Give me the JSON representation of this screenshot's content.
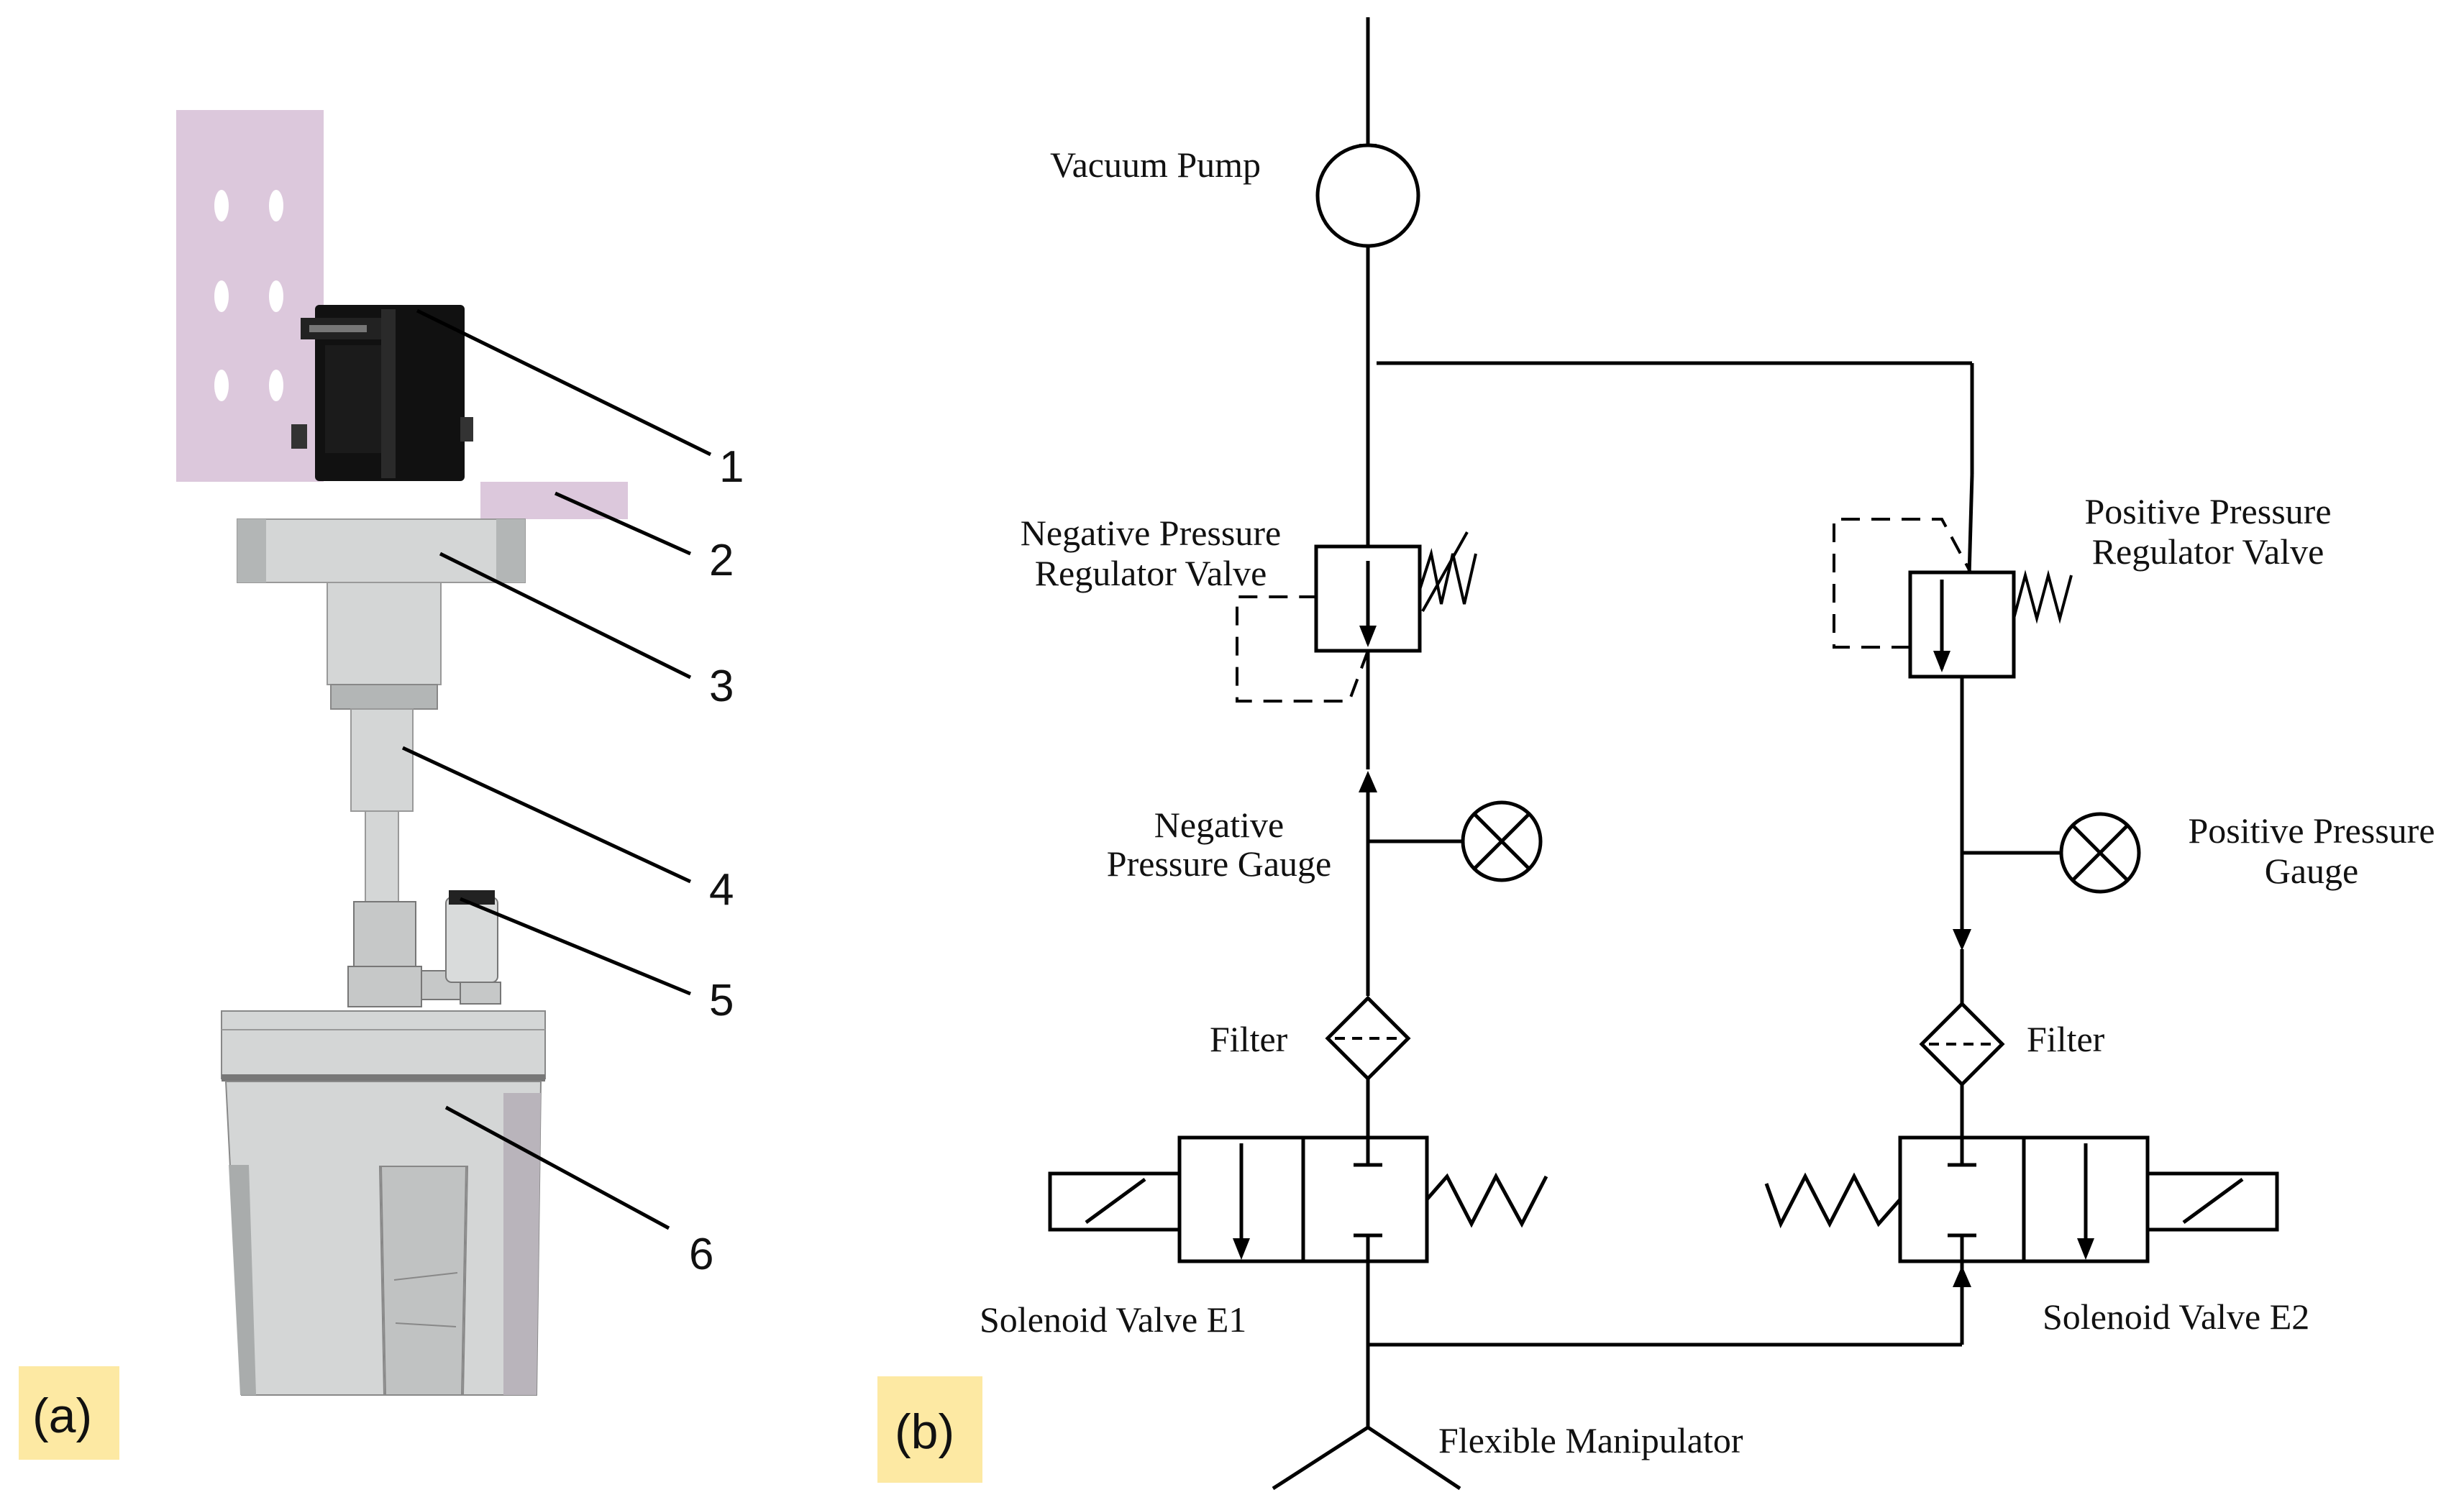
{
  "panels": {
    "a": "(a)",
    "b": "(b)"
  },
  "colors": {
    "panel_label_bg": "#fde9a3",
    "mount_plate": "#dcc8dc",
    "servo": "#111111",
    "metal": "#d4d6d6",
    "metal_dark": "#b3b6b6",
    "line": "#000000"
  },
  "assembly": {
    "callouts": [
      "1",
      "2",
      "3",
      "4",
      "5",
      "6"
    ]
  },
  "circuit": {
    "vacuum_pump": "Vacuum Pump",
    "neg_regulator": [
      "Negative Pressure",
      "Regulator Valve"
    ],
    "pos_regulator": [
      "Positive Pressure",
      "Regulator Valve"
    ],
    "neg_gauge": [
      "Negative",
      "Pressure Gauge"
    ],
    "pos_gauge": [
      "Positive Pressure",
      "Gauge"
    ],
    "filter_left": "Filter",
    "filter_right": "Filter",
    "solenoid_e1": "Solenoid Valve E1",
    "solenoid_e2": "Solenoid Valve E2",
    "manipulator": "Flexible Manipulator"
  }
}
